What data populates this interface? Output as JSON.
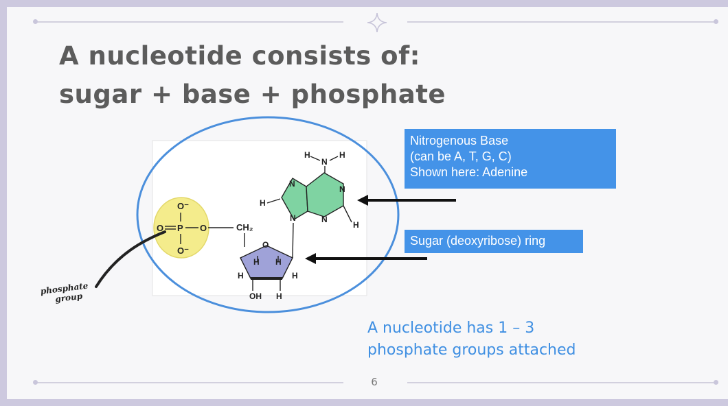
{
  "title": {
    "line1": "A nucleotide consists of:",
    "line2": "sugar + base + phosphate"
  },
  "molecule": {
    "phosphate": {
      "o_top": "O⁻",
      "o_left": "O",
      "p": "P",
      "o_right": "O",
      "o_bottom": "O⁻"
    },
    "linker": "CH₂",
    "sugar": {
      "ring_o": "O",
      "h1": "H",
      "h2": "H",
      "h3": "H",
      "h4": "H",
      "oh": "OH",
      "h5": "H"
    },
    "base": {
      "h_amine_left": "H",
      "n_amine": "N",
      "h_amine_right": "H",
      "n_top_left": "N",
      "n_top_right": "N",
      "n_bottom_left": "N",
      "n_bottom_right": "N",
      "h_left": "H",
      "h_right": "H"
    }
  },
  "labels": {
    "base": {
      "line1": "Nitrogenous Base",
      "line2": "(can be A, T, G, C)",
      "line3": "Shown here: Adenine"
    },
    "sugar": "Sugar (deoxyribose) ring"
  },
  "note": {
    "line1": "A nucleotide has 1 – 3",
    "line2": "phosphate groups attached"
  },
  "annotation": {
    "line1": "phosphate",
    "line2": "group"
  },
  "page_number": "6",
  "colors": {
    "accent": "#4493e8",
    "phosphate_fill": "#f4ec8c",
    "base_fill": "#7fd3a2",
    "sugar_fill": "#9fa2d8",
    "circle_stroke": "#4b8fdc"
  }
}
